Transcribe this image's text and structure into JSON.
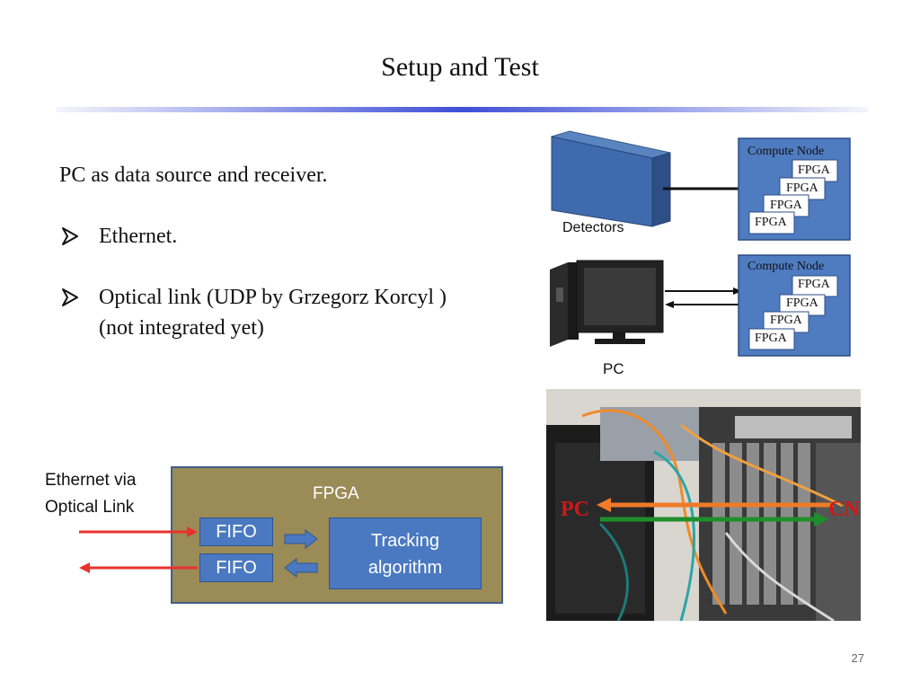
{
  "slide": {
    "title": "Setup and Test",
    "intro": "PC as data source and receiver.",
    "bullets": [
      "Ethernet.",
      "Optical link (UDP by Grzegorz Korcyl )"
    ],
    "bullet_continuation": "(not integrated yet)",
    "page_number": "27"
  },
  "top_diagram": {
    "detectors_label": "Detectors",
    "node_title": "Compute Node",
    "fpga_labels": [
      "FPGA",
      "FPGA",
      "FPGA",
      "FPGA"
    ]
  },
  "middle_diagram": {
    "pc_label": "PC",
    "node_title": "Compute Node",
    "fpga_labels": [
      "FPGA",
      "FPGA",
      "FPGA",
      "FPGA"
    ]
  },
  "photo": {
    "pc_label": "PC",
    "cn_label": "CN"
  },
  "fpga_diagram": {
    "side_label_line1": "Ethernet via",
    "side_label_line2": "Optical Link",
    "title": "FPGA",
    "fifo_top": "FIFO",
    "fifo_bottom": "FIFO",
    "tracking_line1": "Tracking",
    "tracking_line2": "algorithm"
  },
  "colors": {
    "node_blue": "#4f7bc0",
    "fpga_panel": "#9b8b57",
    "fpga_block": "#4a79c1",
    "arrow_red": "#e8322d",
    "photo_orange": "#f07a28",
    "photo_green": "#1f8f2a"
  }
}
